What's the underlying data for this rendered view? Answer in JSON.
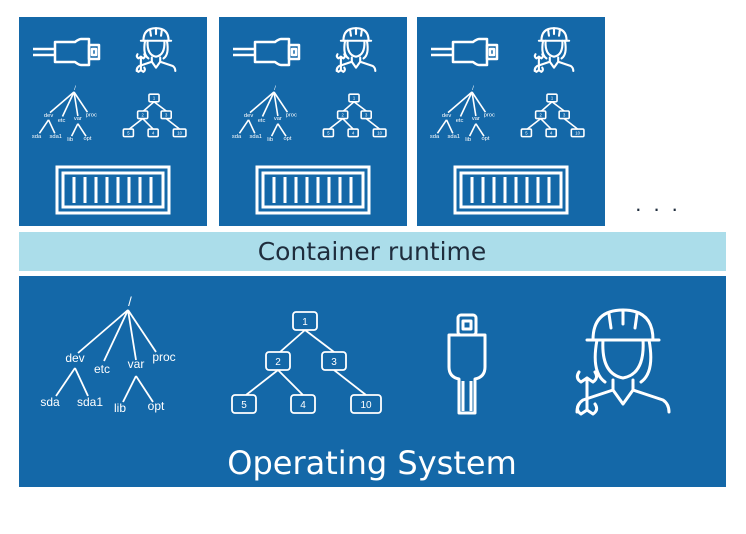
{
  "colors": {
    "panel": "#1468A8",
    "runtime_band": "#ABDDEA",
    "line": "#ffffff",
    "runtime_text": "#1f2d3d"
  },
  "containers": [
    {
      "icons": [
        "plug-icon",
        "worker-icon",
        "filesystem-tree-icon",
        "process-tree-icon",
        "shipping-container-icon"
      ],
      "fs_tree": {
        "root": "/",
        "dirs": [
          "dev",
          "etc",
          "var",
          "proc"
        ],
        "dev_children": [
          "sda",
          "sda1"
        ],
        "var_children": [
          "lib",
          "opt"
        ]
      },
      "proc_tree": {
        "root": "1",
        "level2": [
          "2",
          "3"
        ],
        "level3": [
          "5",
          "4",
          "10"
        ]
      }
    },
    {
      "icons": [
        "plug-icon",
        "worker-icon",
        "filesystem-tree-icon",
        "process-tree-icon",
        "shipping-container-icon"
      ],
      "fs_tree": {
        "root": "/",
        "dirs": [
          "dev",
          "etc",
          "var",
          "proc"
        ],
        "dev_children": [
          "sda",
          "sda1"
        ],
        "var_children": [
          "lib",
          "opt"
        ]
      },
      "proc_tree": {
        "root": "1",
        "level2": [
          "2",
          "3"
        ],
        "level3": [
          "5",
          "4",
          "10"
        ]
      }
    },
    {
      "icons": [
        "plug-icon",
        "worker-icon",
        "filesystem-tree-icon",
        "process-tree-icon",
        "shipping-container-icon"
      ],
      "fs_tree": {
        "root": "/",
        "dirs": [
          "dev",
          "etc",
          "var",
          "proc"
        ],
        "dev_children": [
          "sda",
          "sda1"
        ],
        "var_children": [
          "lib",
          "opt"
        ]
      },
      "proc_tree": {
        "root": "1",
        "level2": [
          "2",
          "3"
        ],
        "level3": [
          "5",
          "4",
          "10"
        ]
      }
    }
  ],
  "ellipsis": ". . .",
  "runtime": {
    "label": "Container runtime"
  },
  "os": {
    "label": "Operating System",
    "fs_tree": {
      "root": "/",
      "dirs": [
        "dev",
        "etc",
        "var",
        "proc"
      ],
      "dev_children": [
        "sda",
        "sda1"
      ],
      "var_children": [
        "lib",
        "opt"
      ]
    },
    "proc_tree": {
      "root": "1",
      "level2": [
        "2",
        "3"
      ],
      "level3": [
        "5",
        "4",
        "10"
      ]
    },
    "icons": [
      "filesystem-tree-icon",
      "process-tree-icon",
      "plug-icon",
      "worker-icon"
    ]
  }
}
